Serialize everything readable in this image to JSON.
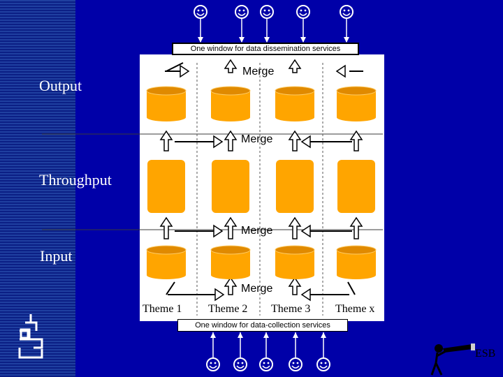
{
  "labels": {
    "output": "Output",
    "throughput": "Throughput",
    "input": "Input"
  },
  "merge_label": "Merge",
  "top_window": "One window for data dissemination services",
  "bottom_window": "One window for data-collection services",
  "themes": [
    "Theme 1",
    "Theme 2",
    "Theme 3",
    "Theme x"
  ],
  "esb_label": "ESB",
  "colors": {
    "background": "#0000a8",
    "panel": "#ffffff",
    "store": "#ffa500",
    "store_dark": "#e08a00",
    "text": "#000000"
  }
}
